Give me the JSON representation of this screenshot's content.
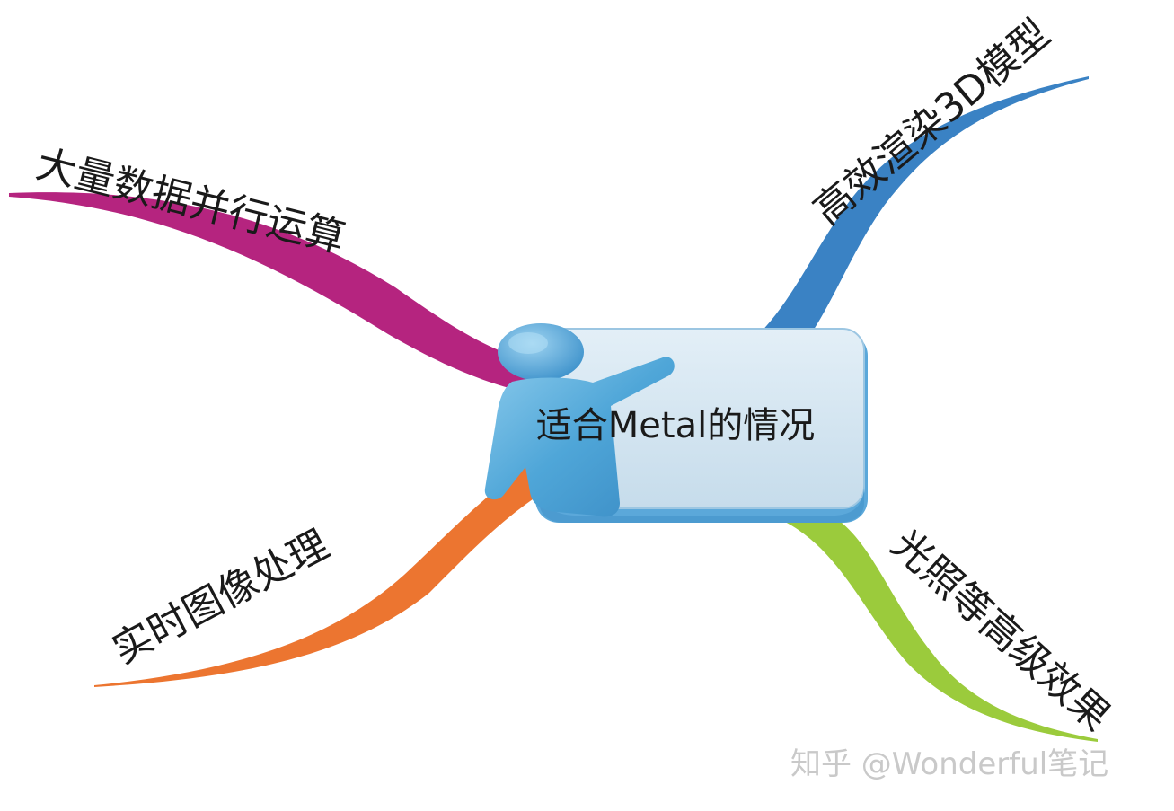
{
  "center": {
    "label": "适合Metal的情况"
  },
  "branches": [
    {
      "id": "top-left",
      "label": "大量数据并行运算",
      "color": "#B5247F"
    },
    {
      "id": "top-right",
      "label": "高效渲染3D模型",
      "color": "#3A82C4"
    },
    {
      "id": "bottom-left",
      "label": "实时图像处理",
      "color": "#EC7530"
    },
    {
      "id": "bottom-right",
      "label": "光照等高级效果",
      "color": "#9BCB3C"
    }
  ],
  "watermark": {
    "text": "知乎 @Wonderful笔记"
  },
  "colors": {
    "card_face": "#D3E5F0",
    "card_edge": "#5BA8DA",
    "figure": "#5AACD9"
  }
}
